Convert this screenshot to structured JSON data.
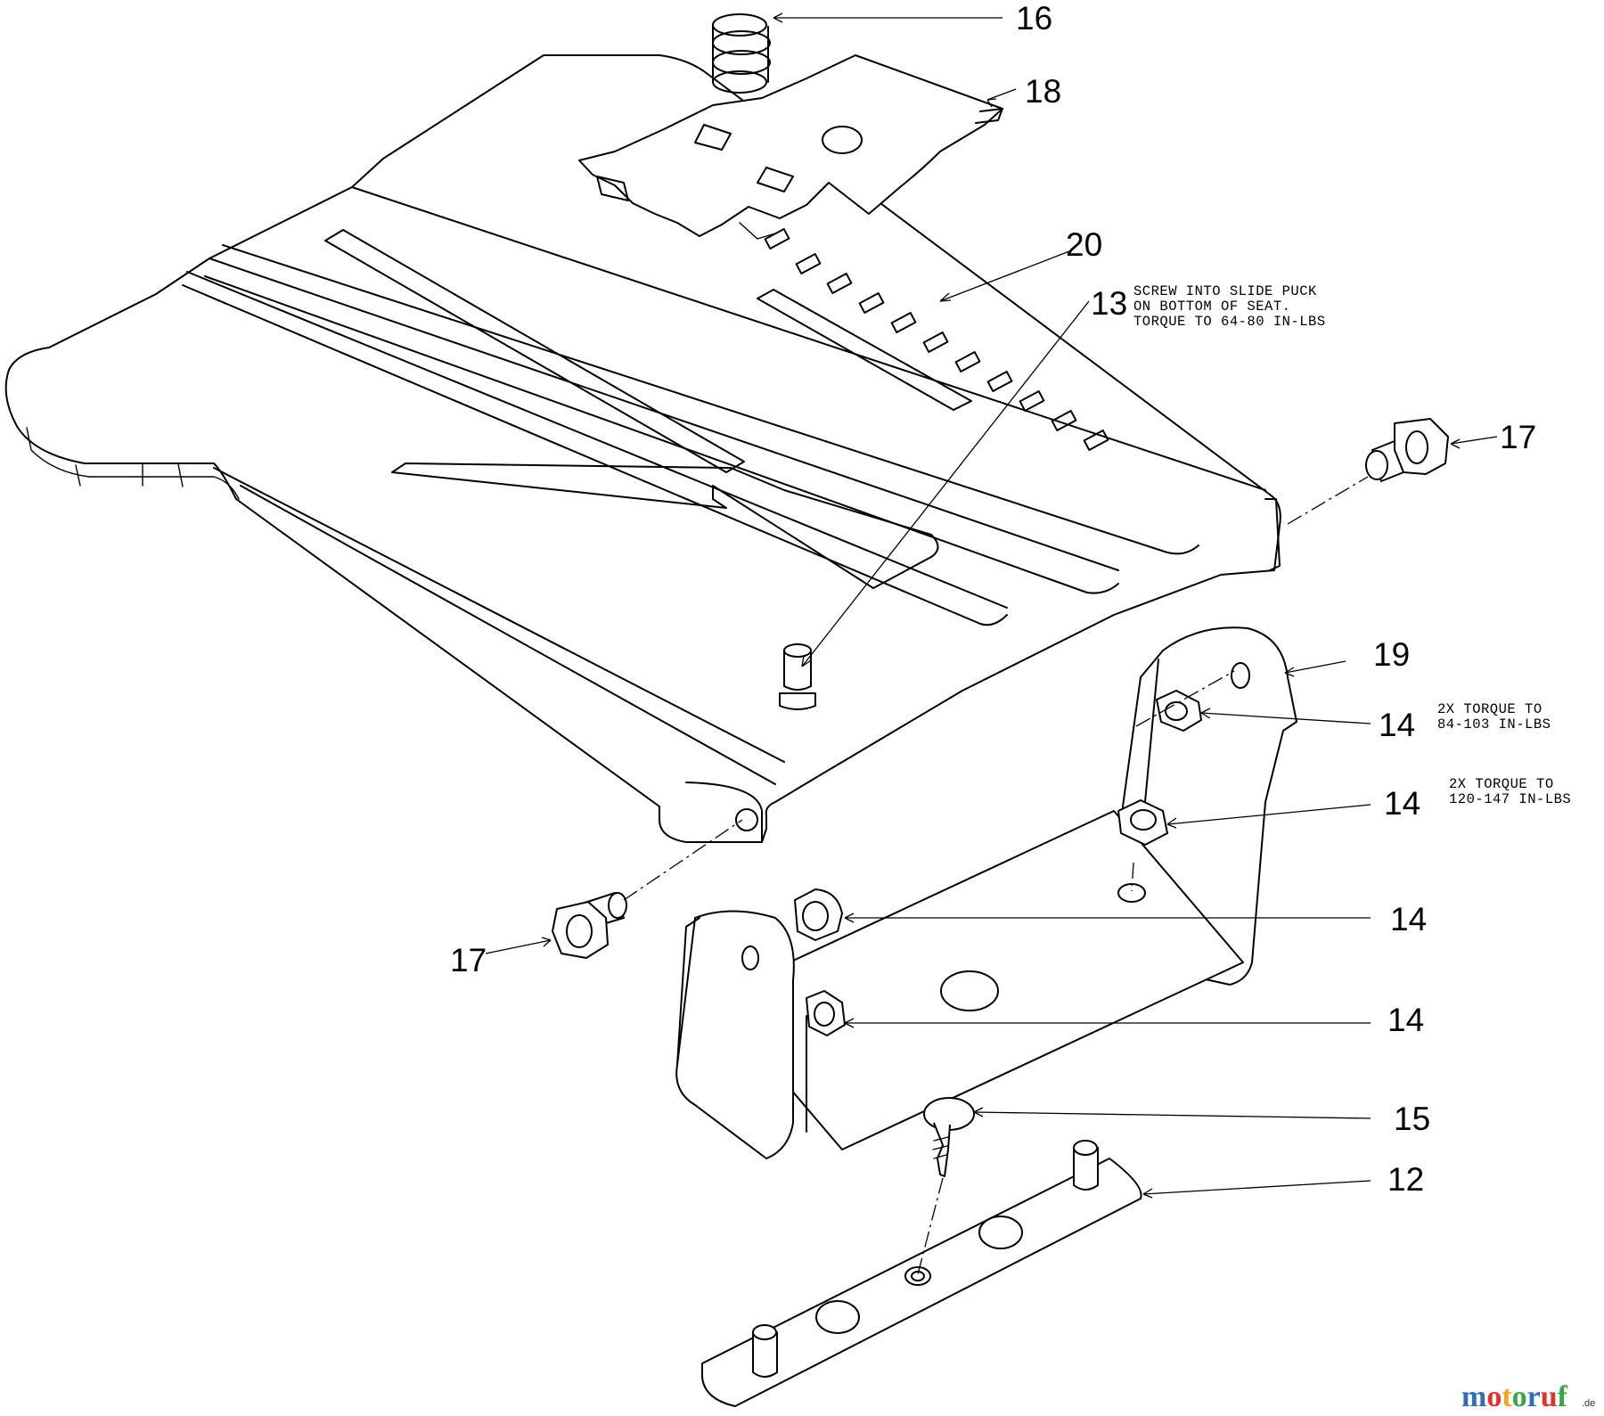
{
  "callouts": {
    "c16": "16",
    "c18": "18",
    "c20": "20",
    "c13": "13",
    "c17_right": "17",
    "c19": "19",
    "c14_a": "14",
    "c14_b": "14",
    "c14_c": "14",
    "c14_d": "14",
    "c17_left": "17",
    "c15": "15",
    "c12": "12"
  },
  "notes": {
    "screw": [
      "SCREW INTO SLIDE PUCK",
      "ON BOTTOM OF SEAT.",
      "TORQUE TO 64-80 IN-LBS"
    ],
    "torque_a": [
      "2X TORQUE TO",
      "84-103 IN-LBS"
    ],
    "torque_b": [
      "2X TORQUE TO",
      "120-147 IN-LBS"
    ]
  },
  "watermark": {
    "letters": [
      "m",
      "o",
      "t",
      "o",
      "r",
      "u",
      "f"
    ],
    "colors": [
      "#2f6fb6",
      "#e0322b",
      "#f2a71b",
      "#3aa64a",
      "#2f6fb6",
      "#e0322b",
      "#3aa64a"
    ],
    "suffix": ".de"
  }
}
